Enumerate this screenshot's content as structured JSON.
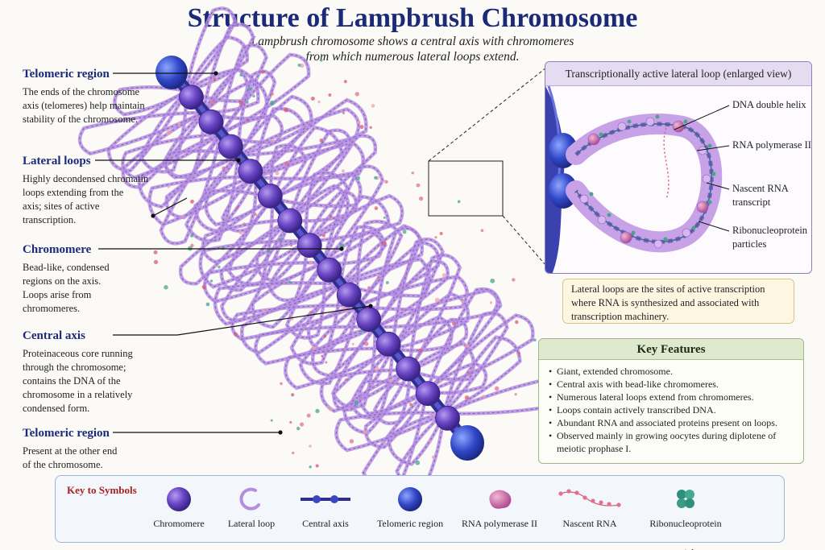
{
  "header": {
    "title": "Structure of Lampbrush Chromosome",
    "subtitle_line1": "Lampbrush chromosome shows a central axis with chromomeres",
    "subtitle_line2": "from which numerous lateral loops extend."
  },
  "labels": {
    "telomeric_top": {
      "title": "Telomeric region",
      "text": [
        "The ends of the chromosome",
        "axis (telomeres) help maintain",
        "stability of the chromosome."
      ]
    },
    "lateral_loops": {
      "title": "Lateral loops",
      "text": [
        "Highly decondensed chromatin",
        "loops extending from the",
        "axis; sites of active",
        "transcription."
      ]
    },
    "chromomere": {
      "title": "Chromomere",
      "text": [
        "Bead-like, condensed",
        "regions on the axis.",
        "Loops arise from",
        "chromomeres."
      ]
    },
    "central_axis": {
      "title": "Central axis",
      "text": [
        "Proteinaceous core running",
        "through the chromosome;",
        "contains the DNA of the",
        "chromosome in a relatively",
        "condensed form."
      ]
    },
    "telomeric_bottom": {
      "title": "Telomeric region",
      "text": [
        "Present at the other end",
        "of the chromosome."
      ]
    }
  },
  "enlarged": {
    "header": "Transcriptionally active lateral loop (enlarged view)",
    "labels": [
      {
        "text": [
          "DNA double helix"
        ]
      },
      {
        "text": [
          "RNA polymerase II"
        ]
      },
      {
        "text": [
          "Nascent RNA",
          "transcript"
        ]
      },
      {
        "text": [
          "Ribonucleoprotein",
          "particles"
        ]
      }
    ]
  },
  "note": [
    "Lateral loops are the sites of active transcription",
    "where RNA is synthesized and associated with",
    "transcription machinery."
  ],
  "features": {
    "title": "Key Features",
    "items": [
      "Giant, extended chromosome.",
      "Central axis with bead-like chromomeres.",
      "Numerous lateral loops extend from chromomeres.",
      "Loops contain actively transcribed DNA.",
      "Abundant RNA and associated proteins present on loops.",
      "Observed mainly in growing oocytes during diplotene of meiotic prophase I."
    ]
  },
  "key": {
    "title": "Key to Symbols",
    "items": [
      {
        "label": [
          "Chromomere"
        ],
        "icon": "chromomere-icon"
      },
      {
        "label": [
          "Lateral loop"
        ],
        "icon": "lateral-loop-icon"
      },
      {
        "label": [
          "Central axis"
        ],
        "icon": "central-axis-icon"
      },
      {
        "label": [
          "Telomeric region"
        ],
        "icon": "telomeric-region-icon"
      },
      {
        "label": [
          "RNA polymerase II"
        ],
        "icon": "rna-polymerase-icon"
      },
      {
        "label": [
          "Nascent RNA"
        ],
        "icon": "nascent-rna-icon"
      },
      {
        "label": [
          "Ribonucleoprotein",
          "particles"
        ],
        "icon": "ribonucleoprotein-icon"
      }
    ]
  },
  "colors": {
    "title": "#1b2a78",
    "axis": "#3a3aa8",
    "chromomere": "#6a45c4",
    "loop": "#a77ed6",
    "rna_pink": "#d95a7a",
    "key_title": "#a62222"
  }
}
